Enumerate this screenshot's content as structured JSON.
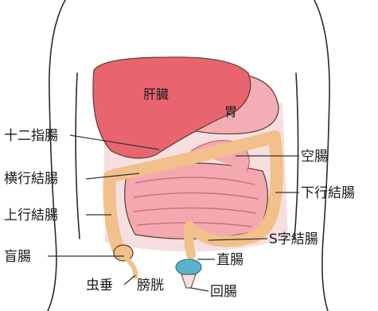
{
  "labels": {
    "liver": "肝臓",
    "stomach": "胃",
    "duodenum": "十二指腸",
    "jejunum": "空腸",
    "transverse_colon": "横行結腸",
    "descending_colon": "下行結腸",
    "ascending_colon": "上行結腸",
    "sigmoid_colon": "S字結腸",
    "cecum": "盲腸",
    "rectum": "直腸",
    "appendix": "虫垂",
    "bladder": "膀胱",
    "ileum": "回腸"
  },
  "colors": {
    "liver": "#e8656f",
    "stomach": "#f2aeb4",
    "colon": "#f2c08a",
    "small_intestine": "#f4a8b0",
    "bladder": "#5cb3c9",
    "background_tissue": "#f6dfe0"
  }
}
